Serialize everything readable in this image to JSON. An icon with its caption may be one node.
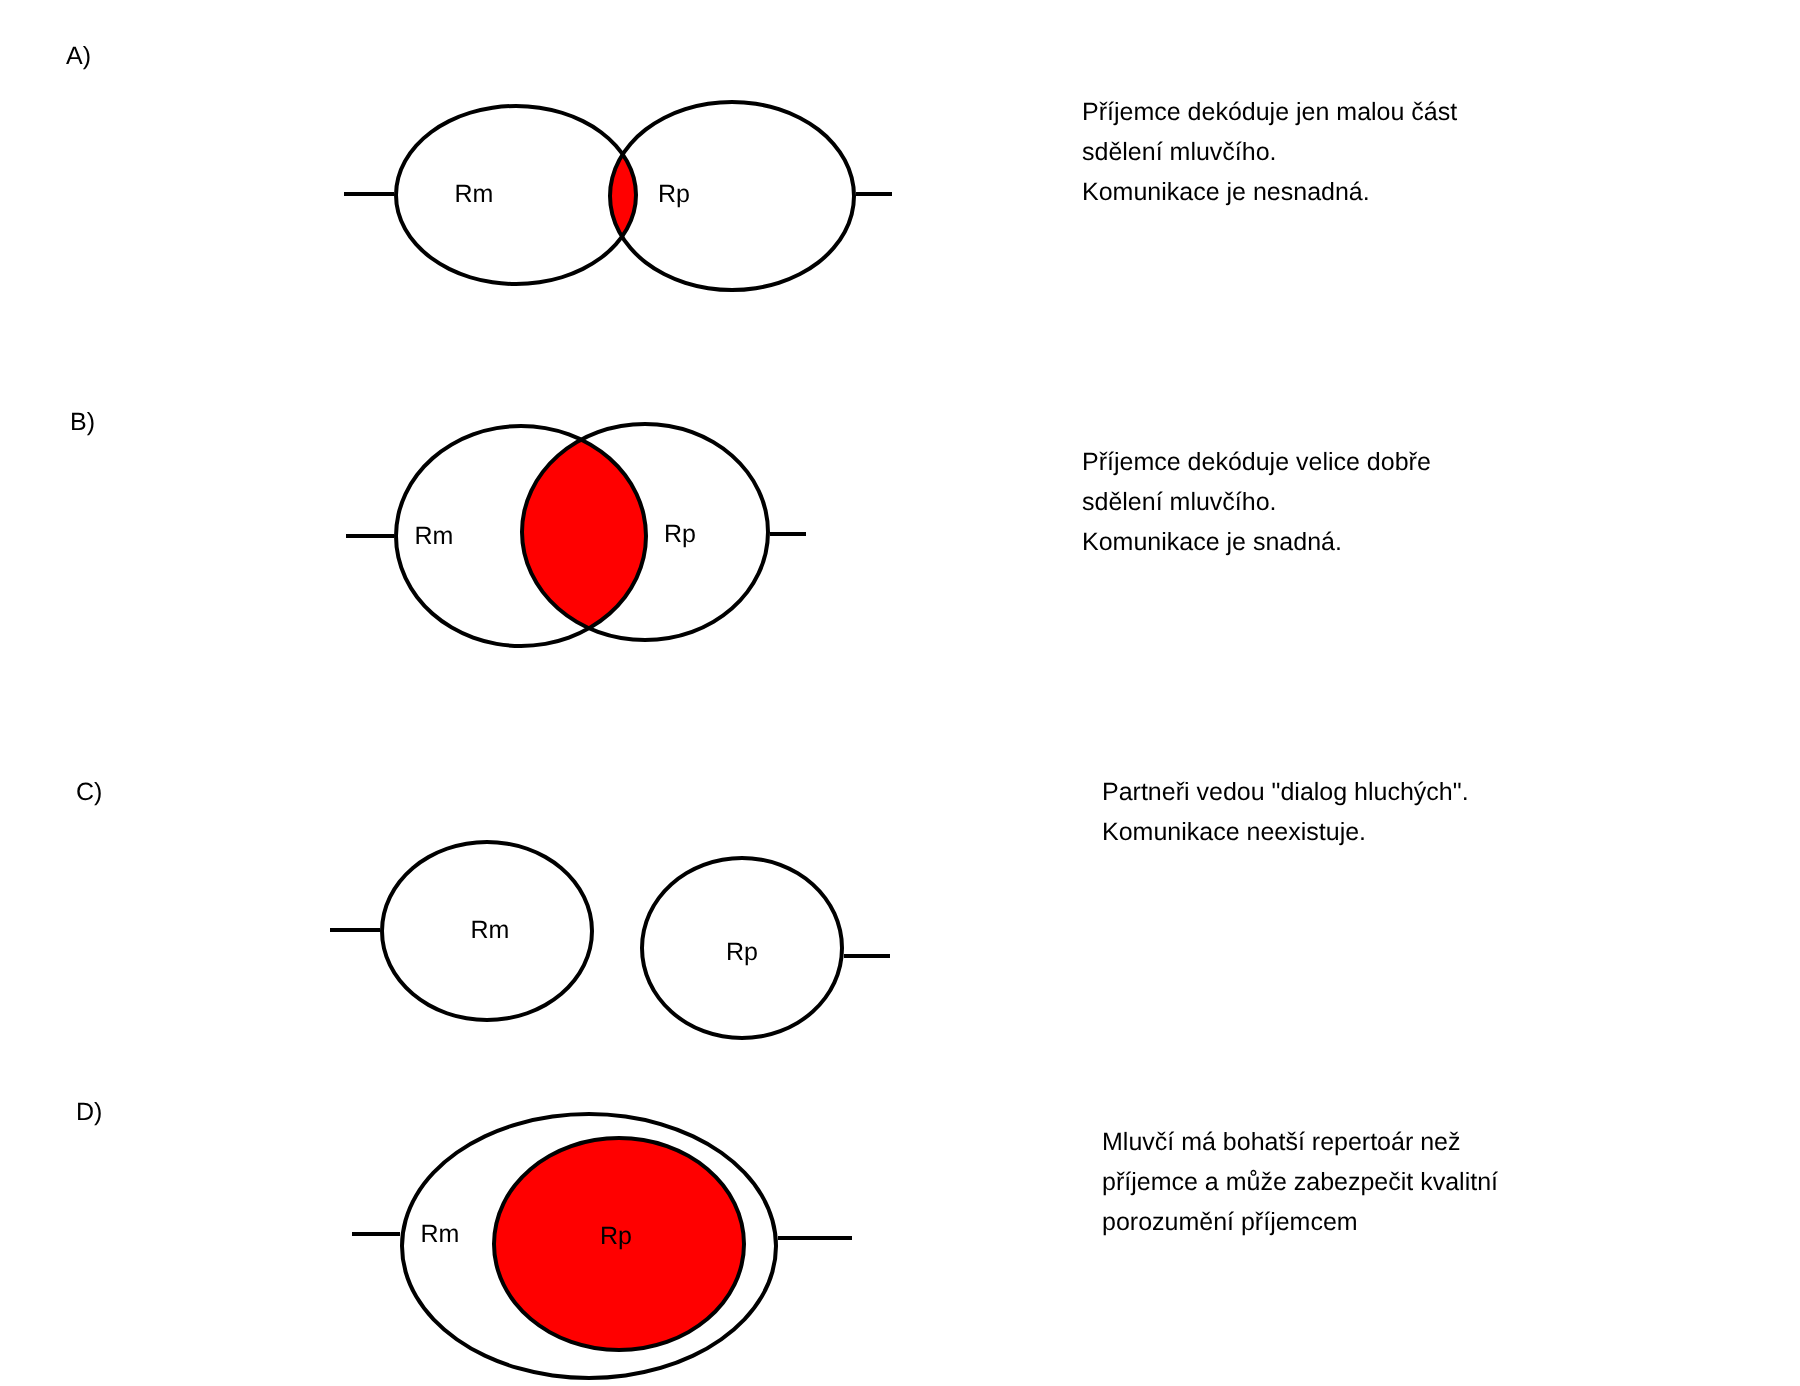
{
  "diagram": {
    "nodes": [
      {
        "text": [
          "Rm"
        ]
      },
      {
        "text": [],
        "shape": "lens"
      },
      {
        "text": [
          "Rp"
        ]
      },
      {
        "text": [
          "Rm"
        ]
      },
      {
        "text": [],
        "shape": "lens"
      },
      {
        "text": [
          "Rp"
        ]
      },
      {
        "text": [
          "Rm"
        ]
      },
      {
        "text": [
          "Rp"
        ]
      },
      {
        "text": [
          "Rm"
        ]
      },
      {
        "text": [
          "Rp"
        ],
        "in": 8
      }
    ],
    "labels": [
      "A)",
      "Příjemce dekóduje jen malou část sdělení mluvčího.",
      "Komunikace je nesnadná.",
      "B)",
      "Příjemce dekóduje velice dobře sdělení mluvčího.",
      "Komunikace je snadná.",
      "C)",
      "Partneři vedou \"dialog hluchých\".",
      "Komunikace neexistuje.",
      "D)",
      "Mluvčí má bohatší repertoár než příjemce a může zabezpečit kvalitní porozumění příjemcem"
    ]
  }
}
